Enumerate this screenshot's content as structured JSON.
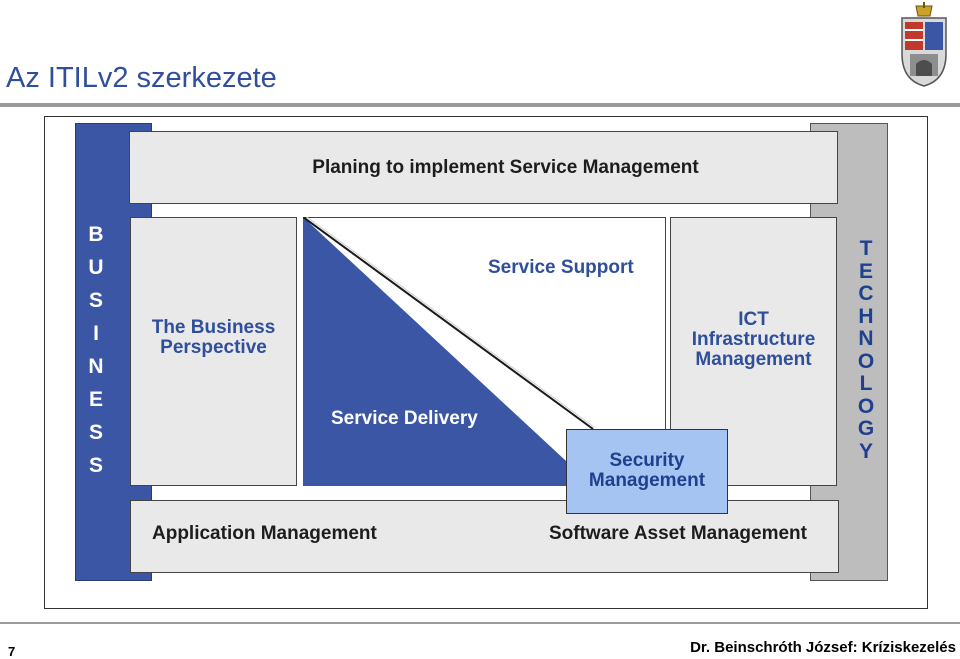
{
  "slide": {
    "title": "Az ITILv2 szerkezete",
    "page_number": "7",
    "footer": "Dr. Beinschróth József: Kríziskezelés"
  },
  "diagram": {
    "planning": "Planing to implement Service Management",
    "business_vertical": "B\nU\nS\nI\nN\nE\nS\nS",
    "technology_vertical": "T\nE\nC\nH\nN\nO\nL\nO\nG\nY",
    "business_perspective": "The Business\nPerspective",
    "service_support": "Service Support",
    "service_delivery": "Service Delivery",
    "ict": "ICT\nInfrastructure\nManagement",
    "security": "Security\nManagement",
    "application_management": "Application Management",
    "software_asset_management": "Software Asset Management"
  },
  "colors": {
    "title": "#2f4f9c",
    "business_bar": "#3a56a5",
    "technology_bar": "#bdbdbd",
    "security_box": "#a6c4f2"
  }
}
